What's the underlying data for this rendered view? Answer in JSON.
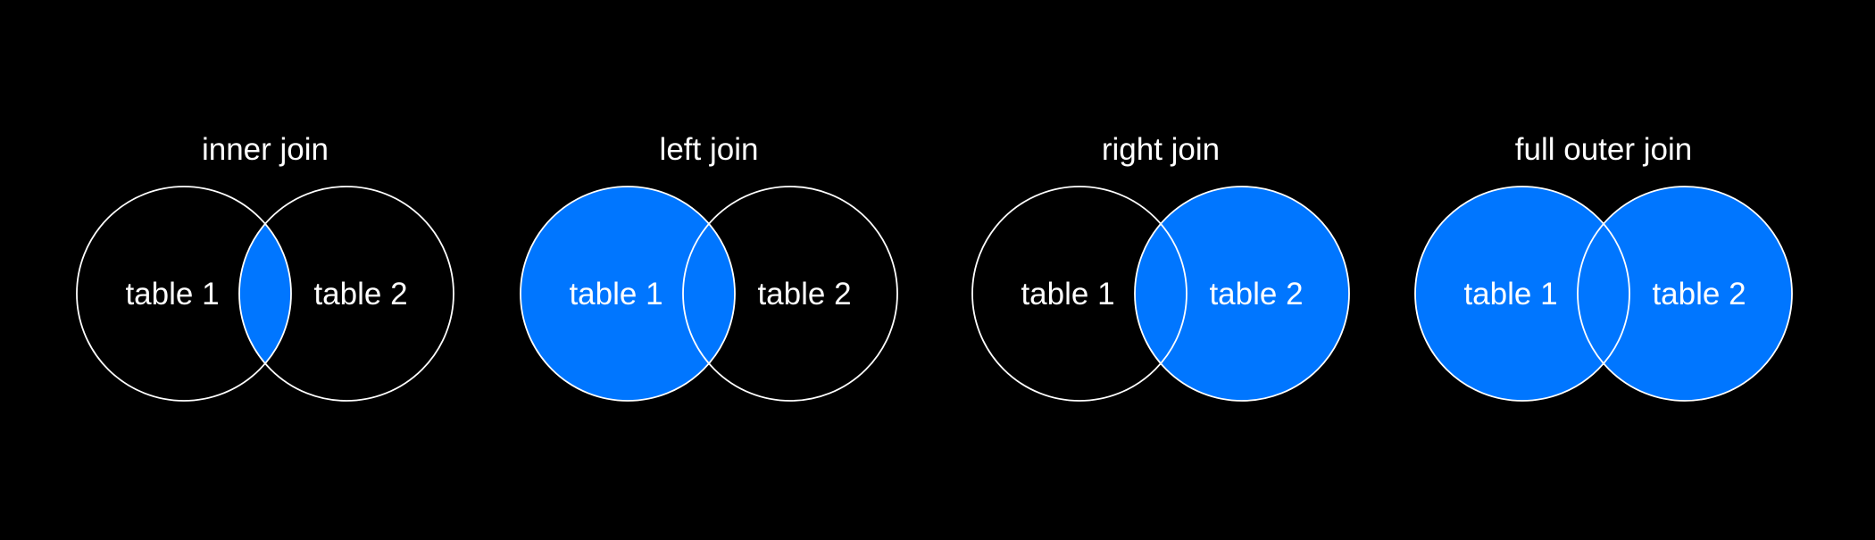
{
  "colors": {
    "background": "#000000",
    "fill": "#0076FF",
    "stroke": "#FFFFFF",
    "text": "#FFFFFF"
  },
  "diagrams": [
    {
      "title": "inner join",
      "left_label": "table 1",
      "right_label": "table 2",
      "fill_left": false,
      "fill_intersection": true,
      "fill_right": false
    },
    {
      "title": "left join",
      "left_label": "table 1",
      "right_label": "table 2",
      "fill_left": true,
      "fill_intersection": true,
      "fill_right": false
    },
    {
      "title": "right join",
      "left_label": "table 1",
      "right_label": "table 2",
      "fill_left": false,
      "fill_intersection": true,
      "fill_right": true
    },
    {
      "title": "full outer join",
      "left_label": "table 1",
      "right_label": "table 2",
      "fill_left": true,
      "fill_intersection": true,
      "fill_right": true
    }
  ]
}
